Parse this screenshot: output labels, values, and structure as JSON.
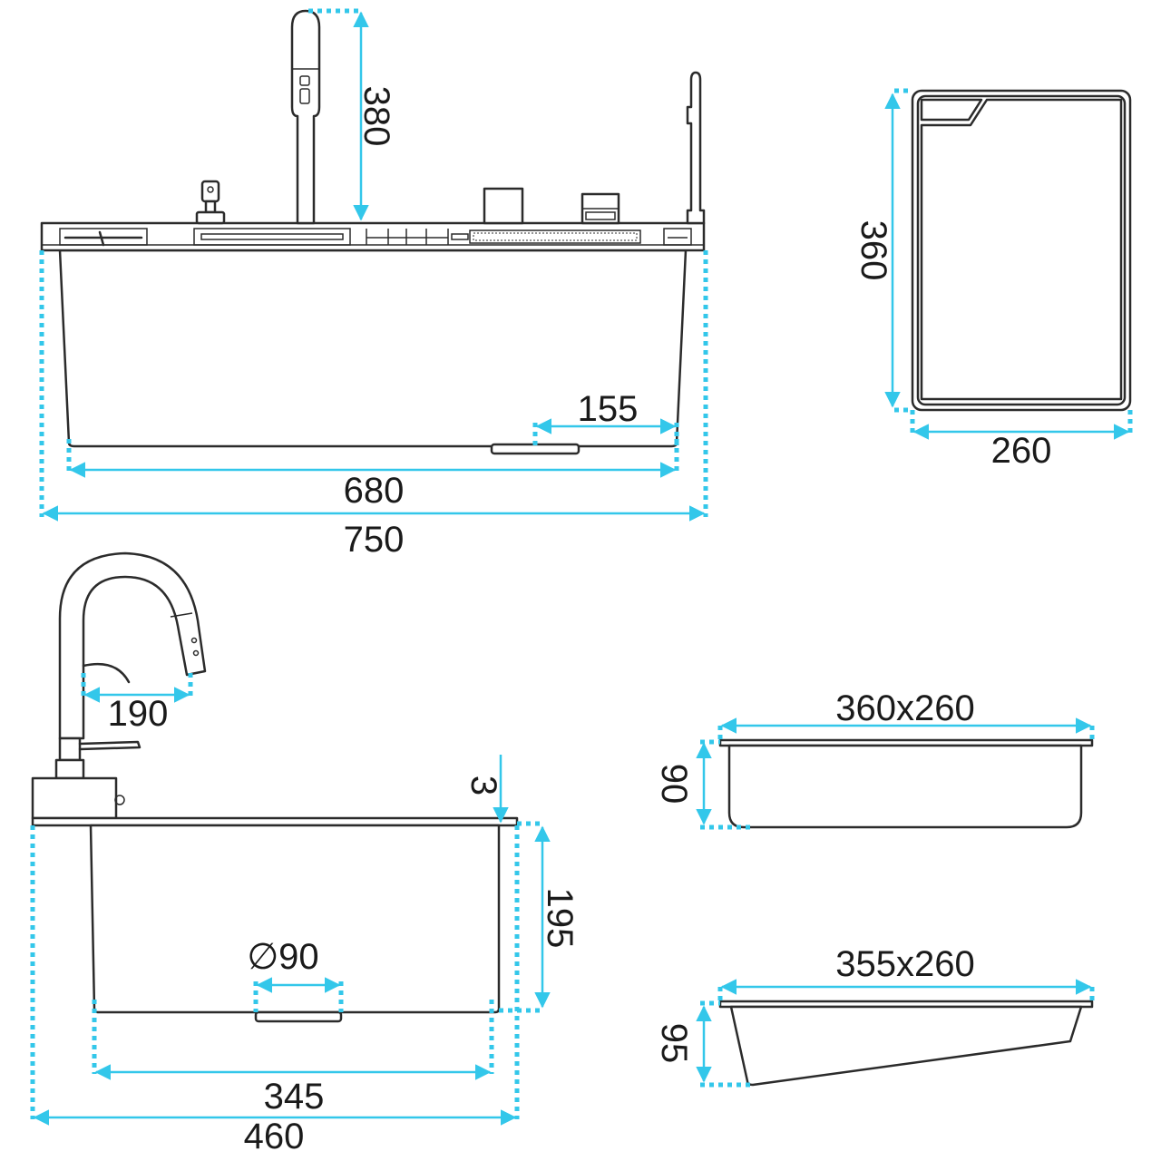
{
  "dimensions": {
    "faucet_height": "380",
    "sink_inner_width": "680",
    "sink_total_width": "750",
    "drain_offset": "155",
    "board_height": "360",
    "board_width": "260",
    "faucet_reach": "190",
    "rim_thickness": "3",
    "bowl_depth": "195",
    "drain_diameter": "∅90",
    "side_inner_width": "345",
    "side_total_width": "460",
    "basket1_size": "360x260",
    "basket1_depth": "90",
    "basket2_size": "355x260",
    "basket2_depth": "95"
  },
  "colors": {
    "dimension": "#33c7ea",
    "outline": "#2b2b2b",
    "text": "#1a1a1a"
  }
}
